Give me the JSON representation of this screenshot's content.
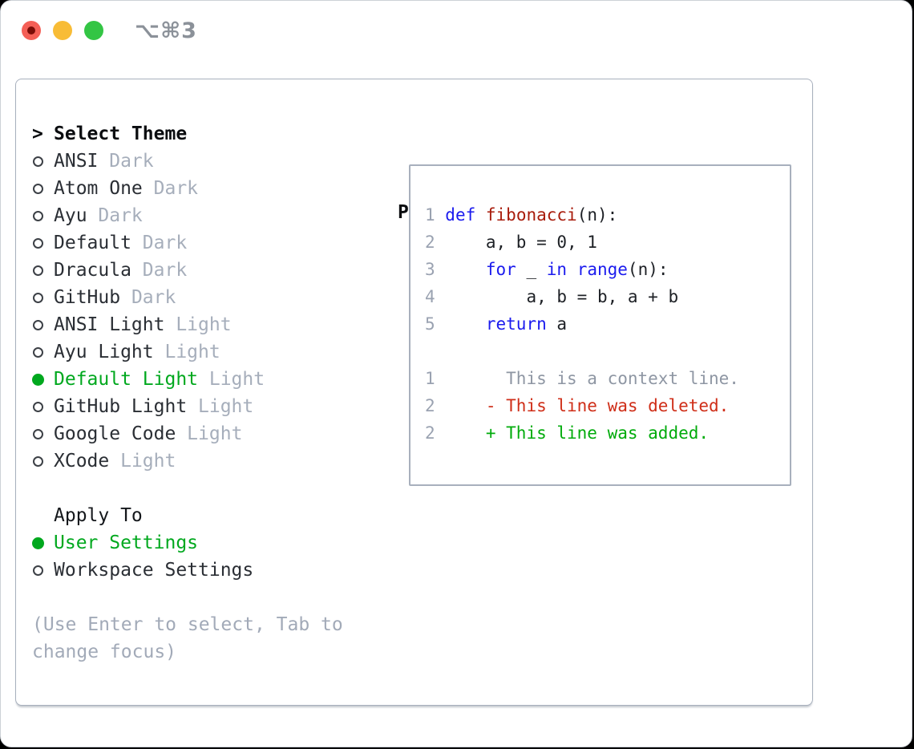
{
  "window": {
    "shortcut": "⌥⌘3"
  },
  "theme_panel": {
    "header_marker": ">",
    "header": "Select Theme",
    "themes": [
      {
        "name": "ANSI",
        "variant": "Dark",
        "selected": false
      },
      {
        "name": "Atom One",
        "variant": "Dark",
        "selected": false
      },
      {
        "name": "Ayu",
        "variant": "Dark",
        "selected": false
      },
      {
        "name": "Default",
        "variant": "Dark",
        "selected": false
      },
      {
        "name": "Dracula",
        "variant": "Dark",
        "selected": false
      },
      {
        "name": "GitHub",
        "variant": "Dark",
        "selected": false
      },
      {
        "name": "ANSI Light",
        "variant": "Light",
        "selected": false
      },
      {
        "name": "Ayu Light",
        "variant": "Light",
        "selected": false
      },
      {
        "name": "Default Light",
        "variant": "Light",
        "selected": true
      },
      {
        "name": "GitHub Light",
        "variant": "Light",
        "selected": false
      },
      {
        "name": "Google Code",
        "variant": "Light",
        "selected": false
      },
      {
        "name": "XCode",
        "variant": "Light",
        "selected": false
      }
    ],
    "apply_to": {
      "header": "Apply To",
      "options": [
        {
          "name": "User Settings",
          "selected": true
        },
        {
          "name": "Workspace Settings",
          "selected": false
        }
      ]
    },
    "hint_lines": [
      "(Use Enter to select, Tab to",
      "change focus)"
    ]
  },
  "preview": {
    "title": "Preview",
    "lines": [
      [
        {
          "t": "1 ",
          "c": "ln"
        },
        {
          "t": "def",
          "c": "kw"
        },
        {
          "t": " ",
          "c": "code"
        },
        {
          "t": "fibonacci",
          "c": "fn"
        },
        {
          "t": "(n):",
          "c": "code"
        }
      ],
      [
        {
          "t": "2 ",
          "c": "ln"
        },
        {
          "t": "    a, b = 0, 1",
          "c": "code"
        }
      ],
      [
        {
          "t": "3 ",
          "c": "ln"
        },
        {
          "t": "    ",
          "c": "code"
        },
        {
          "t": "for",
          "c": "kw"
        },
        {
          "t": " _ ",
          "c": "code"
        },
        {
          "t": "in",
          "c": "kw"
        },
        {
          "t": " ",
          "c": "code"
        },
        {
          "t": "range",
          "c": "kw"
        },
        {
          "t": "(n):",
          "c": "code"
        }
      ],
      [
        {
          "t": "4 ",
          "c": "ln"
        },
        {
          "t": "        a, b = b, a + b",
          "c": "code"
        }
      ],
      [
        {
          "t": "5 ",
          "c": "ln"
        },
        {
          "t": "    ",
          "c": "code"
        },
        {
          "t": "return",
          "c": "kw"
        },
        {
          "t": " a",
          "c": "code"
        }
      ],
      [],
      [
        {
          "t": "1 ",
          "c": "ln"
        },
        {
          "t": "      This is a context line.",
          "c": "ctx"
        }
      ],
      [
        {
          "t": "2 ",
          "c": "ln"
        },
        {
          "t": "    - This line was deleted.",
          "c": "del"
        }
      ],
      [
        {
          "t": "2 ",
          "c": "ln"
        },
        {
          "t": "    + This line was added.",
          "c": "add"
        }
      ]
    ]
  },
  "colors": {
    "accent_green": "#00a81e",
    "list_text": "#2a2e34",
    "muted": "#a6aebb",
    "hint": "#a2aab8",
    "border": "#a8b0bd",
    "shortcut": "#8b9199",
    "keyword": "#1b1bee",
    "function": "#a81c0c",
    "code_text": "#1d2025",
    "line_number": "#9aa2b1",
    "context": "#8e96a3",
    "deleted": "#cf2e18",
    "added": "#00ab0b",
    "traffic_red": "#f45f56",
    "traffic_red_dot": "#7a0c06",
    "traffic_yellow": "#f8bc36",
    "traffic_green": "#33c544"
  }
}
